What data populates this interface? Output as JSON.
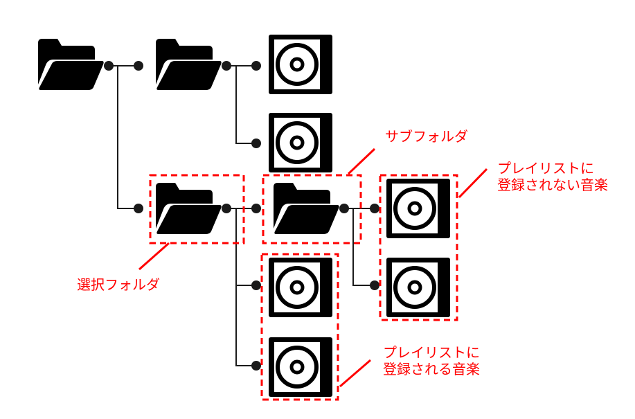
{
  "colors": {
    "icon": "#000000",
    "connector": "#1a1a1a",
    "highlight": "#ff0000",
    "background": "#ffffff"
  },
  "nodes": [
    {
      "id": "root-folder",
      "type": "folder-icon"
    },
    {
      "id": "child-folder",
      "type": "folder-icon"
    },
    {
      "id": "child-folder-music-1",
      "type": "cd-icon"
    },
    {
      "id": "child-folder-music-2",
      "type": "cd-icon"
    },
    {
      "id": "selected-folder",
      "type": "folder-icon"
    },
    {
      "id": "subfolder",
      "type": "folder-icon"
    },
    {
      "id": "subfolder-music-1",
      "type": "cd-icon"
    },
    {
      "id": "subfolder-music-2",
      "type": "cd-icon"
    },
    {
      "id": "selected-music-1",
      "type": "cd-icon"
    },
    {
      "id": "selected-music-2",
      "type": "cd-icon"
    }
  ],
  "annotations": {
    "subfolder": "サブフォルダ",
    "selected_folder": "選択フォルダ",
    "not_registered_line1": "プレイリストに",
    "not_registered_line2": "登録されない音楽",
    "registered_line1": "プレイリストに",
    "registered_line2": "登録される音楽"
  }
}
